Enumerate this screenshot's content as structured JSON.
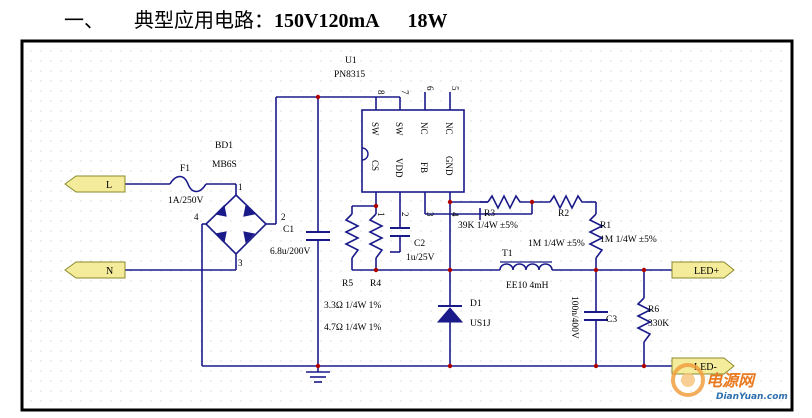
{
  "heading": {
    "index": "一、",
    "title": "典型应用电路：",
    "spec": "150V120mA",
    "power": "18W"
  },
  "ports": {
    "L": "L",
    "N": "N",
    "led_plus": "LED+",
    "led_minus": "LED-"
  },
  "ic": {
    "ref": "U1",
    "part": "PN8315",
    "pins": [
      "8",
      "7",
      "6",
      "5"
    ],
    "top_labels": [
      "SW",
      "SW",
      "NC",
      "NC"
    ],
    "bottom_labels": [
      "CS",
      "VDD",
      "FB",
      "GND"
    ],
    "bottom_pins": [
      "1",
      "2",
      "3",
      "4"
    ]
  },
  "components": {
    "bd1_ref": "BD1",
    "bd1_part": "MB6S",
    "f1_ref": "F1",
    "f1_value": "1A/250V",
    "c1_ref": "C1",
    "c1_value": "6.8u/200V",
    "c2_ref": "C2",
    "c2_value": "1u/25V",
    "c3_ref": "C3",
    "c3_value": "100n/400V",
    "r1_ref": "R1",
    "r1_value": "1M 1/4W ±5%",
    "r2_ref": "R2",
    "r2_value": "1M 1/4W ±5%",
    "r3_ref": "R3",
    "r3_value": "39K 1/4W ±5%",
    "r5_ref": "R5",
    "r5_value": "3.3Ω 1/4W 1%",
    "r4_ref": "R4",
    "r4_value": "4.7Ω 1/4W 1%",
    "r6_ref": "R6",
    "r6_value": "330K",
    "t1_ref": "T1",
    "t1_value": "EE10 4mH",
    "d1_ref": "D1",
    "d1_part": "US1J"
  },
  "bridge_pins": {
    "p1": "1",
    "p2": "2",
    "p3": "3",
    "p4": "4"
  },
  "watermark": {
    "cn": "电源网",
    "en": "DianYuan.com"
  },
  "colors": {
    "port_fill": "#f4ec9a",
    "port_stroke": "#8a8a2a",
    "wire": "#1a1a8a",
    "node": "#b00000",
    "border": "#000000"
  }
}
